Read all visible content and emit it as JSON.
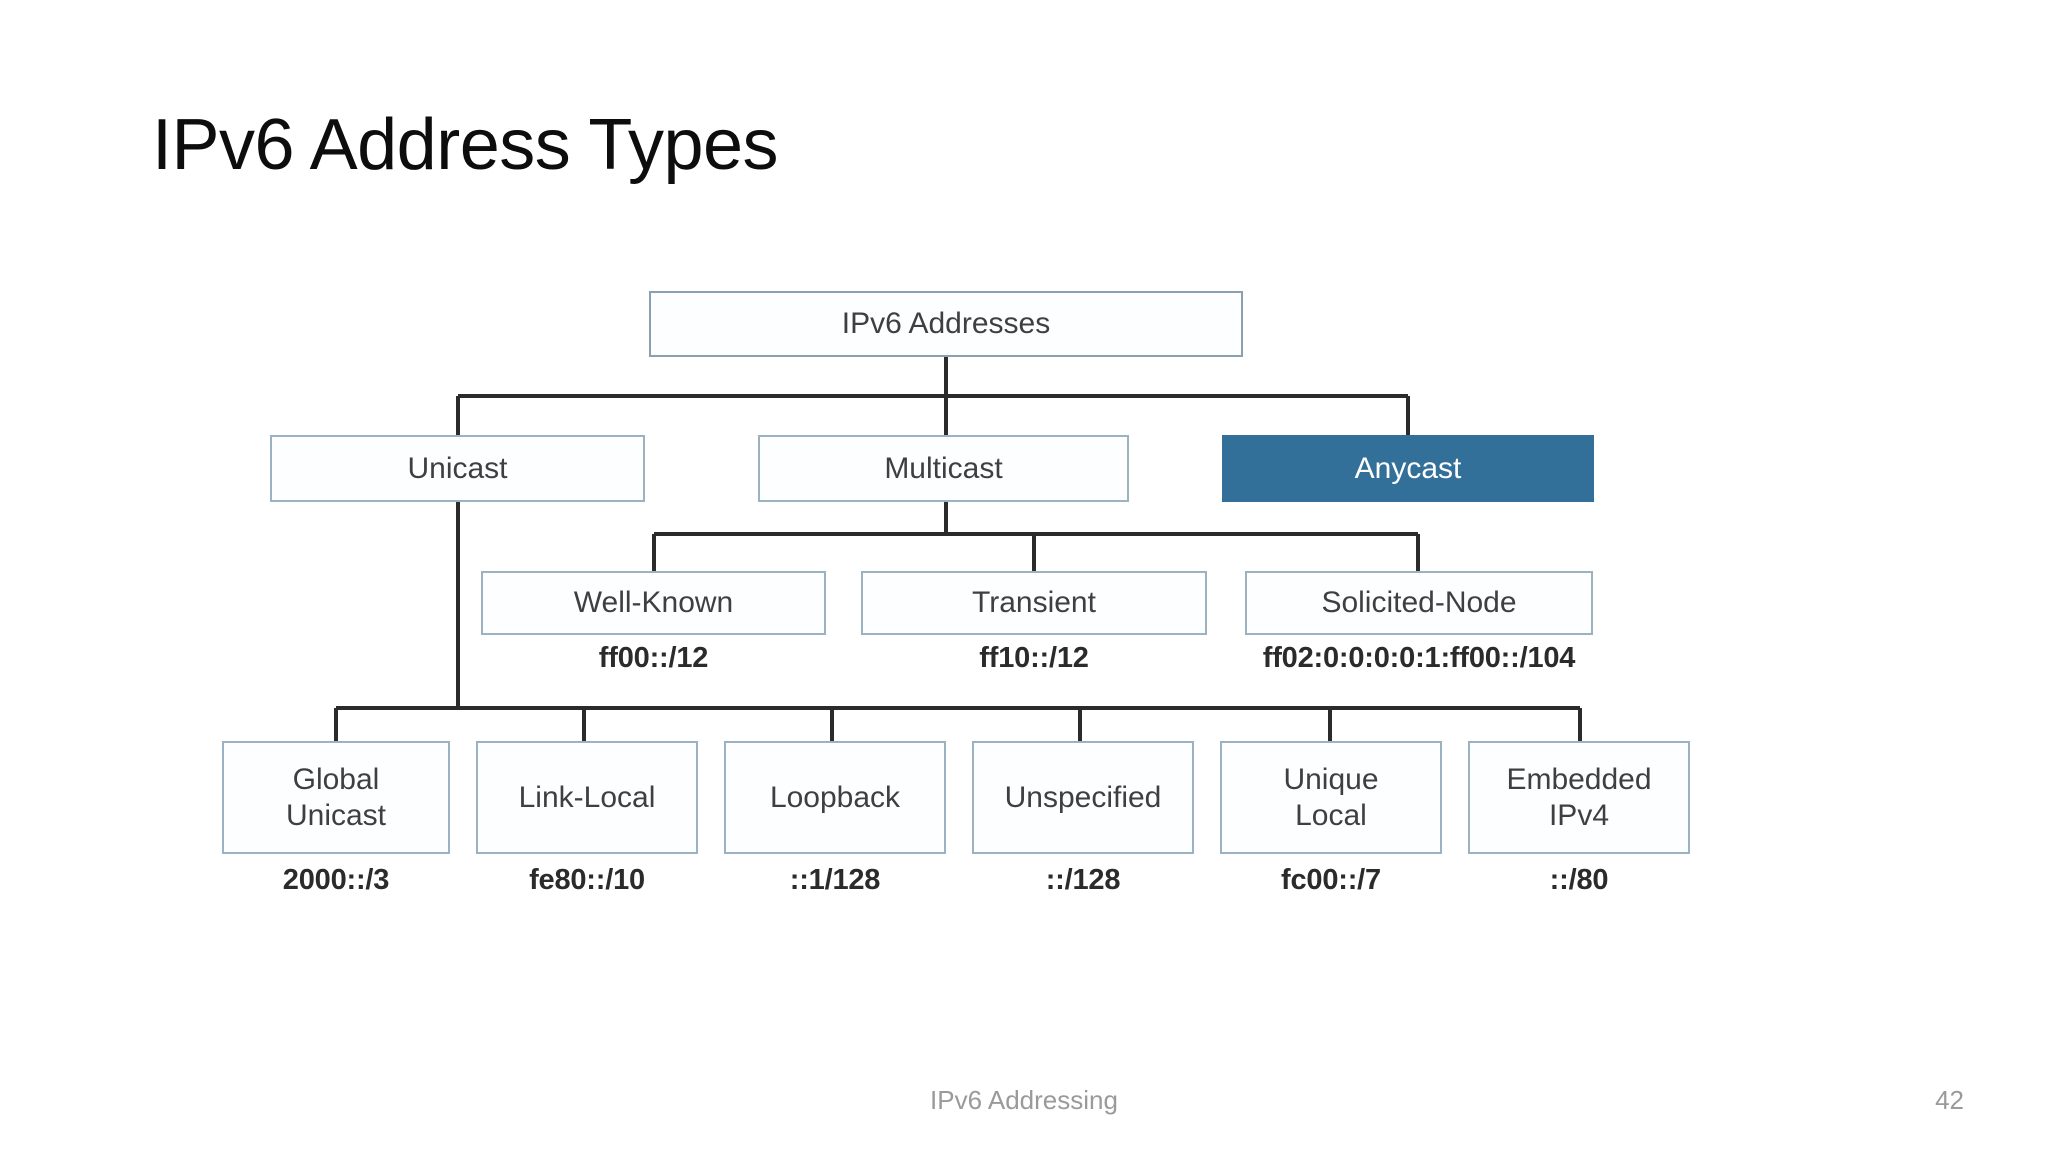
{
  "slide": {
    "title": "IPv6 Address Types",
    "footer": "IPv6 Addressing",
    "page_number": "42"
  },
  "colors": {
    "highlight_fill": "#32709a",
    "highlight_text": "#ffffff",
    "box_border": "#9cb2c0",
    "box_fill": "#fdfeff",
    "connector": "#2b2b2b",
    "text": "#3f3f3f",
    "footer_text": "#9a9a9a",
    "title_text": "#0d0d0d"
  },
  "chart_data": {
    "type": "diagram",
    "title": "IPv6 Address Types",
    "layout": "tree",
    "root": "IPv6 Addresses",
    "levels": [
      {
        "level": 0,
        "nodes": [
          "IPv6 Addresses"
        ]
      },
      {
        "level": 1,
        "nodes": [
          "Unicast",
          "Multicast",
          "Anycast"
        ]
      },
      {
        "level": 2,
        "nodes": [
          "Well-Known",
          "Transient",
          "Solicited-Node"
        ]
      },
      {
        "level": 3,
        "nodes": [
          "Global Unicast",
          "Link-Local",
          "Loopback",
          "Unspecified",
          "Unique Local",
          "Embedded IPv4"
        ]
      }
    ],
    "edges": [
      {
        "from": "IPv6 Addresses",
        "to": "Unicast"
      },
      {
        "from": "IPv6 Addresses",
        "to": "Multicast"
      },
      {
        "from": "IPv6 Addresses",
        "to": "Anycast"
      },
      {
        "from": "Multicast",
        "to": "Well-Known"
      },
      {
        "from": "Multicast",
        "to": "Transient"
      },
      {
        "from": "Multicast",
        "to": "Solicited-Node"
      },
      {
        "from": "Unicast",
        "to": "Global Unicast"
      },
      {
        "from": "Unicast",
        "to": "Link-Local"
      },
      {
        "from": "Unicast",
        "to": "Loopback"
      },
      {
        "from": "Unicast",
        "to": "Unspecified"
      },
      {
        "from": "Unicast",
        "to": "Unique Local"
      },
      {
        "from": "Unicast",
        "to": "Embedded IPv4"
      }
    ],
    "prefixes": {
      "Well-Known": "ff00::/12",
      "Transient": "ff10::/12",
      "Solicited-Node": "ff02:0:0:0:0:1:ff00::/104",
      "Global Unicast": "2000::/3",
      "Link-Local": "fe80::/10",
      "Loopback": "::1/128",
      "Unspecified": "::/128",
      "Unique Local": "fc00::/7",
      "Embedded IPv4": "::/80"
    },
    "highlighted": [
      "Anycast"
    ]
  },
  "diagram": {
    "root": {
      "label": "IPv6 Addresses"
    },
    "level1": [
      {
        "label": "Unicast",
        "highlighted": false
      },
      {
        "label": "Multicast",
        "highlighted": false
      },
      {
        "label": "Anycast",
        "highlighted": true
      }
    ],
    "multicast_children": [
      {
        "label": "Well-Known",
        "prefix": "ff00::/12"
      },
      {
        "label": "Transient",
        "prefix": "ff10::/12"
      },
      {
        "label": "Solicited-Node",
        "prefix": "ff02:0:0:0:0:1:ff00::/104"
      }
    ],
    "unicast_children": [
      {
        "line1": "Global",
        "line2": "Unicast",
        "prefix": "2000::/3"
      },
      {
        "line1": "Link-Local",
        "line2": "",
        "prefix": "fe80::/10"
      },
      {
        "line1": "Loopback",
        "line2": "",
        "prefix": "::1/128"
      },
      {
        "line1": "Unspecified",
        "line2": "",
        "prefix": "::/128"
      },
      {
        "line1": "Unique",
        "line2": "Local",
        "prefix": "fc00::/7"
      },
      {
        "line1": "Embedded",
        "line2": "IPv4",
        "prefix": "::/80"
      }
    ]
  }
}
